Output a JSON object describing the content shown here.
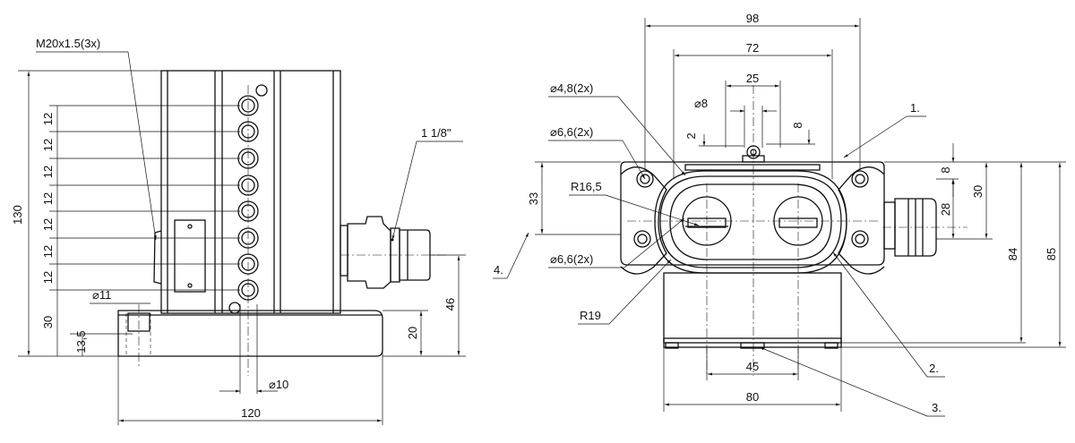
{
  "side_view": {
    "dims": {
      "thread": "M20x1.5(3x)",
      "height": "130",
      "pitch": "12",
      "base_height": "30",
      "hole_dia": "⌀11",
      "offset": "13,5",
      "width": "120",
      "cable_dia": "⌀10",
      "axis_height": "46",
      "plate_height": "20",
      "pipe_size": "1 1/8\""
    }
  },
  "front_view": {
    "dims": {
      "overall_width": "98",
      "inner_width": "72",
      "boss_width": "25",
      "pin_dia": "⌀8",
      "gap": "2",
      "pin_height": "8",
      "mount_hole_small": "⌀4,8(2x)",
      "mount_hole_top": "⌀6,6(2x)",
      "mount_hole_bottom": "⌀6,6(2x)",
      "radius_inner": "R16,5",
      "radius_outer": "R19",
      "pitch_vertical": "33",
      "top_offset": "8",
      "pitch_short": "28",
      "pitch_right": "30",
      "height_84": "84",
      "height_85": "85",
      "base_inner": "45",
      "base_width": "80"
    },
    "callouts": [
      "1.",
      "2.",
      "3.",
      "4."
    ]
  }
}
